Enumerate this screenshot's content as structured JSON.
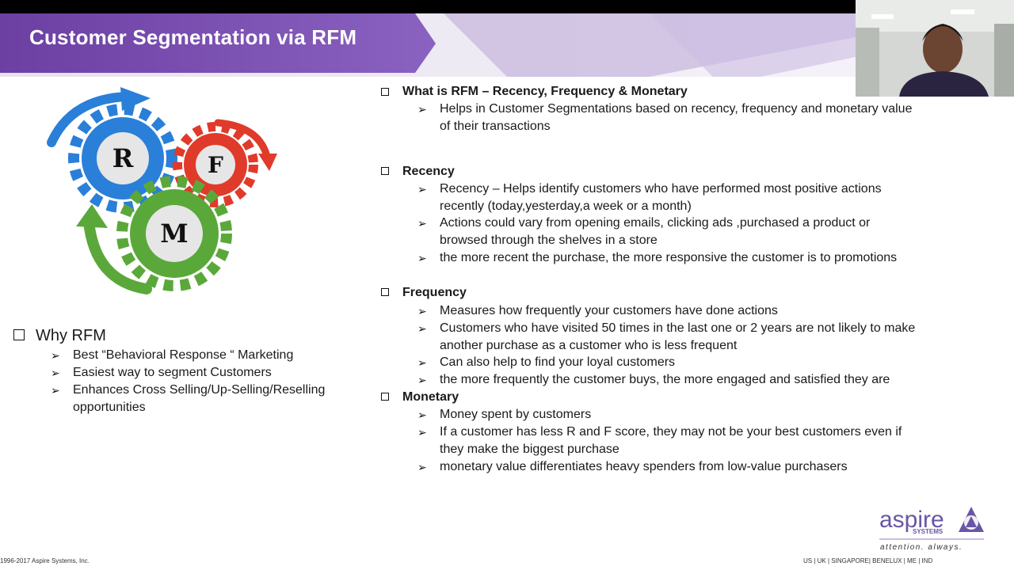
{
  "slide": {
    "title": "Customer Segmentation via RFM",
    "gear_letters": [
      "R",
      "F",
      "M"
    ],
    "why": {
      "heading": "Why RFM",
      "bullets": [
        "Best “Behavioral Response “ Marketing",
        "Easiest way to segment Customers",
        "Enhances Cross Selling/Up-Selling/Reselling",
        "opportunities"
      ]
    },
    "sections": [
      {
        "heading": "What is RFM – Recency, Frequency & Monetary",
        "lines": [
          "Helps in Customer Segmentations based on recency, frequency and monetary value",
          "of their transactions"
        ]
      },
      {
        "heading": "Recency",
        "lines": [
          "Recency – Helps identify customers who have performed most positive actions",
          "recently (today,yesterday,a week or a month)",
          "Actions could vary from opening emails, clicking ads ,purchased a product or",
          "browsed through the shelves in a store",
          "the more recent the purchase, the more responsive the customer is to promotions"
        ]
      },
      {
        "heading": "Frequency",
        "lines": [
          "Measures how frequently your customers have done actions",
          "Customers who have visited 50 times in the last one or 2 years are not likely to make",
          "another purchase as a customer who is less frequent",
          "Can also help to find your loyal customers",
          "the more frequently the customer buys, the more engaged and satisfied they are"
        ]
      },
      {
        "heading": "Monetary",
        "lines": [
          "Money spent by customers",
          "If a customer has less R and F score, they may not be your best customers even if",
          "they make the biggest purchase",
          "monetary value differentiates heavy spenders from low-value purchasers"
        ]
      }
    ],
    "footer_left": "1996-2017 Aspire Systems, Inc.",
    "footer_right": "US | UK | SINGAPORE| BENELUX | ME | IND",
    "logo_word": "aspire",
    "logo_sub": "SYSTEMS",
    "logo_tagline": "attention. always.",
    "colors": {
      "banner": "#7a4fb0",
      "gear_r": "#2a7fd8",
      "gear_f": "#e03a2a",
      "gear_m": "#5aa83a",
      "logo": "#6a55a5"
    },
    "arrow_glyph": "➢"
  }
}
